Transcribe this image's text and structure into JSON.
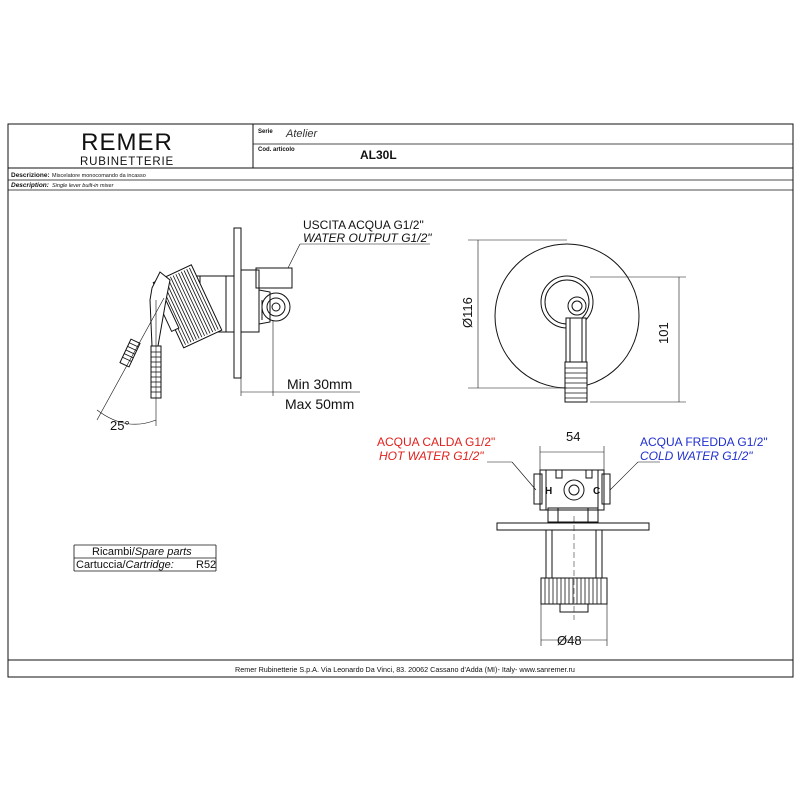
{
  "brand": {
    "name": "REMER",
    "sub": "RUBINETTERIE"
  },
  "header": {
    "serie_label": "Serie",
    "serie_value": "Atelier",
    "code_label": "Cod. articolo",
    "code_value": "AL30L",
    "descr_it_label": "Descrizione:",
    "descr_it_value": "Miscelatore monocomando da incasso",
    "descr_en_label": "Description:",
    "descr_en_value": "Single lever built-in mixer"
  },
  "side_view": {
    "outlet_it": "USCITA ACQUA G1/2\"",
    "outlet_en": "WATER OUTPUT G1/2\"",
    "angle": "25°",
    "min": "Min 30mm",
    "max": "Max 50mm"
  },
  "front_view": {
    "diameter": "Ø116",
    "height": "101"
  },
  "body_view": {
    "width": "54",
    "hot_it": "ACQUA CALDA G1/2\"",
    "hot_en": "HOT WATER G1/2\"",
    "cold_it": "ACQUA FREDDA G1/2\"",
    "cold_en": "COLD WATER G1/2\"",
    "hot_mark": "H",
    "cold_mark": "C",
    "diameter": "Ø48"
  },
  "spares": {
    "title_it": "Ricambi/",
    "title_en": "Spare parts",
    "row_it": "Cartuccia/",
    "row_en": "Cartridge:",
    "row_value": "R52"
  },
  "footer": {
    "text": "Remer Rubinetterie S.p.A. Via Leonardo Da Vinci, 83. 20062 Cassano d'Adda (MI)- Italy- www.sanremer.ru"
  },
  "colors": {
    "hot": "#e0201c",
    "cold": "#1f2fcf",
    "line": "#111111"
  }
}
